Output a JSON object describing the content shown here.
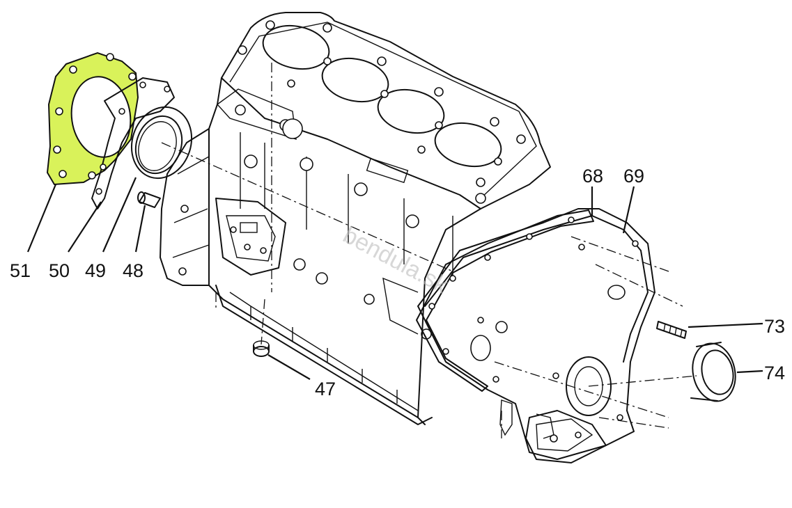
{
  "colors": {
    "highlight": "#d9f25a",
    "ink": "#111111",
    "watermark": "#bcbcbc"
  },
  "watermark": "bendula.sk",
  "callouts": [
    {
      "id": "51",
      "text": "51"
    },
    {
      "id": "50",
      "text": "50"
    },
    {
      "id": "49",
      "text": "49"
    },
    {
      "id": "48",
      "text": "48"
    },
    {
      "id": "47",
      "text": "47"
    },
    {
      "id": "68",
      "text": "68"
    },
    {
      "id": "69",
      "text": "69"
    },
    {
      "id": "73",
      "text": "73"
    },
    {
      "id": "74",
      "text": "74"
    }
  ],
  "highlighted_part": "51"
}
